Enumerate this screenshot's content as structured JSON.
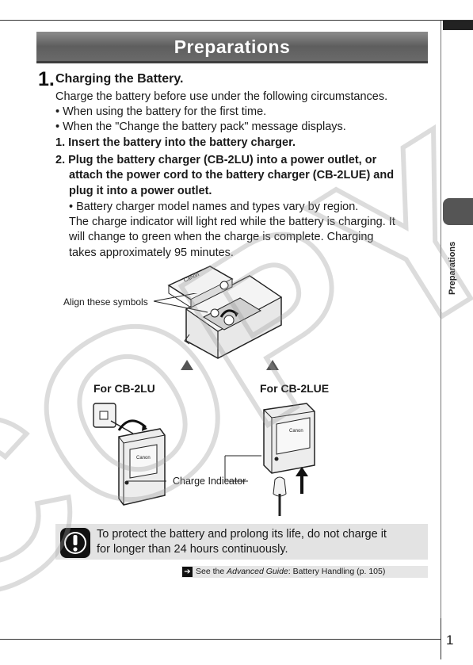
{
  "section_title": "Preparations",
  "side_tab_label": "Preparations",
  "step": {
    "number": "1.",
    "title": "Charging the Battery."
  },
  "intro": "Charge the battery before use under the following circumstances.",
  "bullets": [
    "• When using the battery for the first time.",
    "• When the \"Change the battery pack\" message displays."
  ],
  "instructions": {
    "i1": "1. Insert the battery into the battery charger.",
    "i2_line1": "2. Plug the battery charger (CB-2LU) into a power outlet, or",
    "i2_line2": "attach the power cord to the battery charger (CB-2LUE) and",
    "i2_line3": "plug it into a power outlet.",
    "sub_bullet": "• Battery charger model names and types vary by region.",
    "charge_line1": "The charge indicator will light red while the battery is charging. It",
    "charge_line2": "will change to green when the charge is complete. Charging",
    "charge_line3": "takes approximately 95 minutes."
  },
  "illustration": {
    "align_label": "Align these symbols",
    "for_left": "For CB-2LU",
    "for_right": "For CB-2LUE",
    "indicator_label": "Charge Indicator",
    "brand": "Canon"
  },
  "caution": {
    "line1": "To protect the battery and prolong its life, do not charge it",
    "line2": "for longer than 24 hours continuously."
  },
  "reference": {
    "prefix": "See the ",
    "guide": "Advanced Guide",
    "suffix": ": Battery Handling (p. 105)"
  },
  "page_number": "1",
  "watermark": "COPY"
}
